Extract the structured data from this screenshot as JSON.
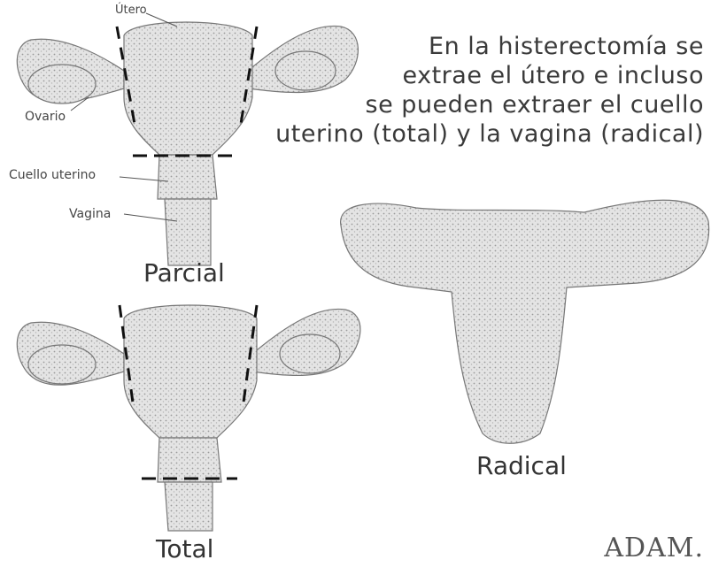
{
  "caption": {
    "line1": "En la histerectomía se",
    "line2": "extrae el útero e incluso",
    "line3": "se pueden extraer el cuello",
    "line4": "uterino (total) y la vagina (radical)"
  },
  "labels": {
    "utero": "Útero",
    "ovario": "Ovario",
    "cuello": "Cuello uterino",
    "vagina": "Vagina"
  },
  "titles": {
    "parcial": "Parcial",
    "total": "Total",
    "radical": "Radical"
  },
  "logo": "ADAM.",
  "colors": {
    "tissue": "#d9d9d9",
    "outline": "#6a6a6a",
    "cut": "#111111"
  }
}
